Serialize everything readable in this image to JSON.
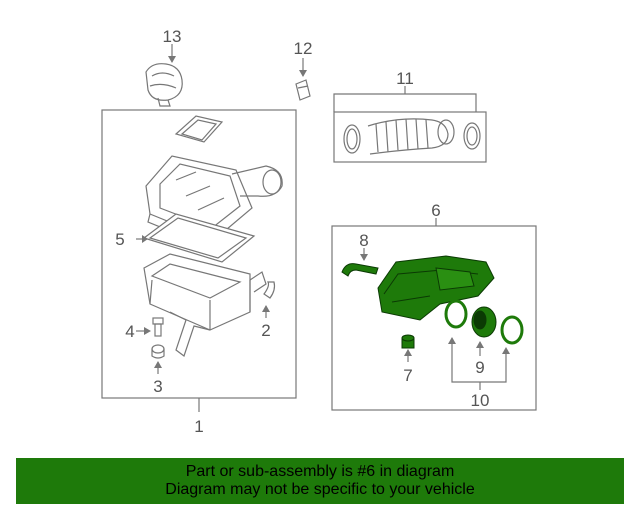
{
  "callouts": {
    "c1": "1",
    "c2": "2",
    "c3": "3",
    "c4": "4",
    "c5": "5",
    "c6": "6",
    "c7": "7",
    "c8": "8",
    "c9": "9",
    "c10": "10",
    "c11": "11",
    "c12": "12",
    "c13": "13"
  },
  "banner": {
    "line1": "Part or sub-assembly is #6 in diagram",
    "line2": "Diagram may not be specific to your vehicle"
  },
  "colors": {
    "highlight": "#1e7a0a",
    "line": "#777777",
    "callout": "#555555"
  }
}
